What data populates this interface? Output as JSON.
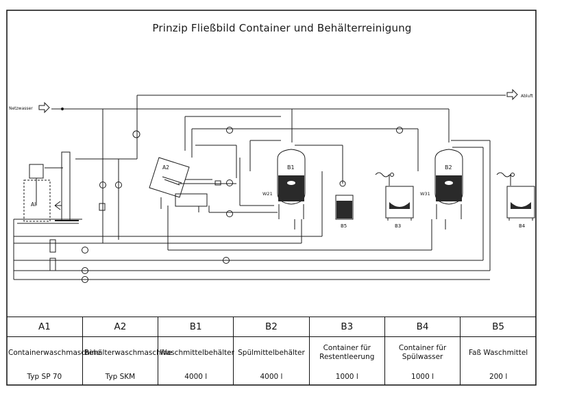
{
  "title": "Prinzip Fließbild Container und Behälterreinigung",
  "flow_labels": {
    "inlet": "Netzwasser",
    "exhaust": "Abluft"
  },
  "equipment_tags": {
    "a1": "Al",
    "a2": "A2",
    "b1": "B1",
    "b2": "B2",
    "b3": "B3",
    "b4": "B4",
    "b5": "B5",
    "w21": "W21",
    "w31": "W31"
  },
  "legend": [
    {
      "code": "A1",
      "name": "Containerwaschmaschine",
      "capacity": "Typ SP 70"
    },
    {
      "code": "A2",
      "name": "Behälterwaschmaschine",
      "capacity": "Typ SKM"
    },
    {
      "code": "B1",
      "name": "Waschmittelbehälter",
      "capacity": "4000 l"
    },
    {
      "code": "B2",
      "name": "Spülmittelbehälter",
      "capacity": "4000 l"
    },
    {
      "code": "B3",
      "name": "Container für Restentleerung",
      "capacity": "1000 l"
    },
    {
      "code": "B4",
      "name": "Container für Spülwasser",
      "capacity": "1000 l"
    },
    {
      "code": "B5",
      "name": "Faß Waschmittel",
      "capacity": "200 l"
    }
  ],
  "colors": {
    "line": "#1a1a1a",
    "background": "#ffffff"
  }
}
